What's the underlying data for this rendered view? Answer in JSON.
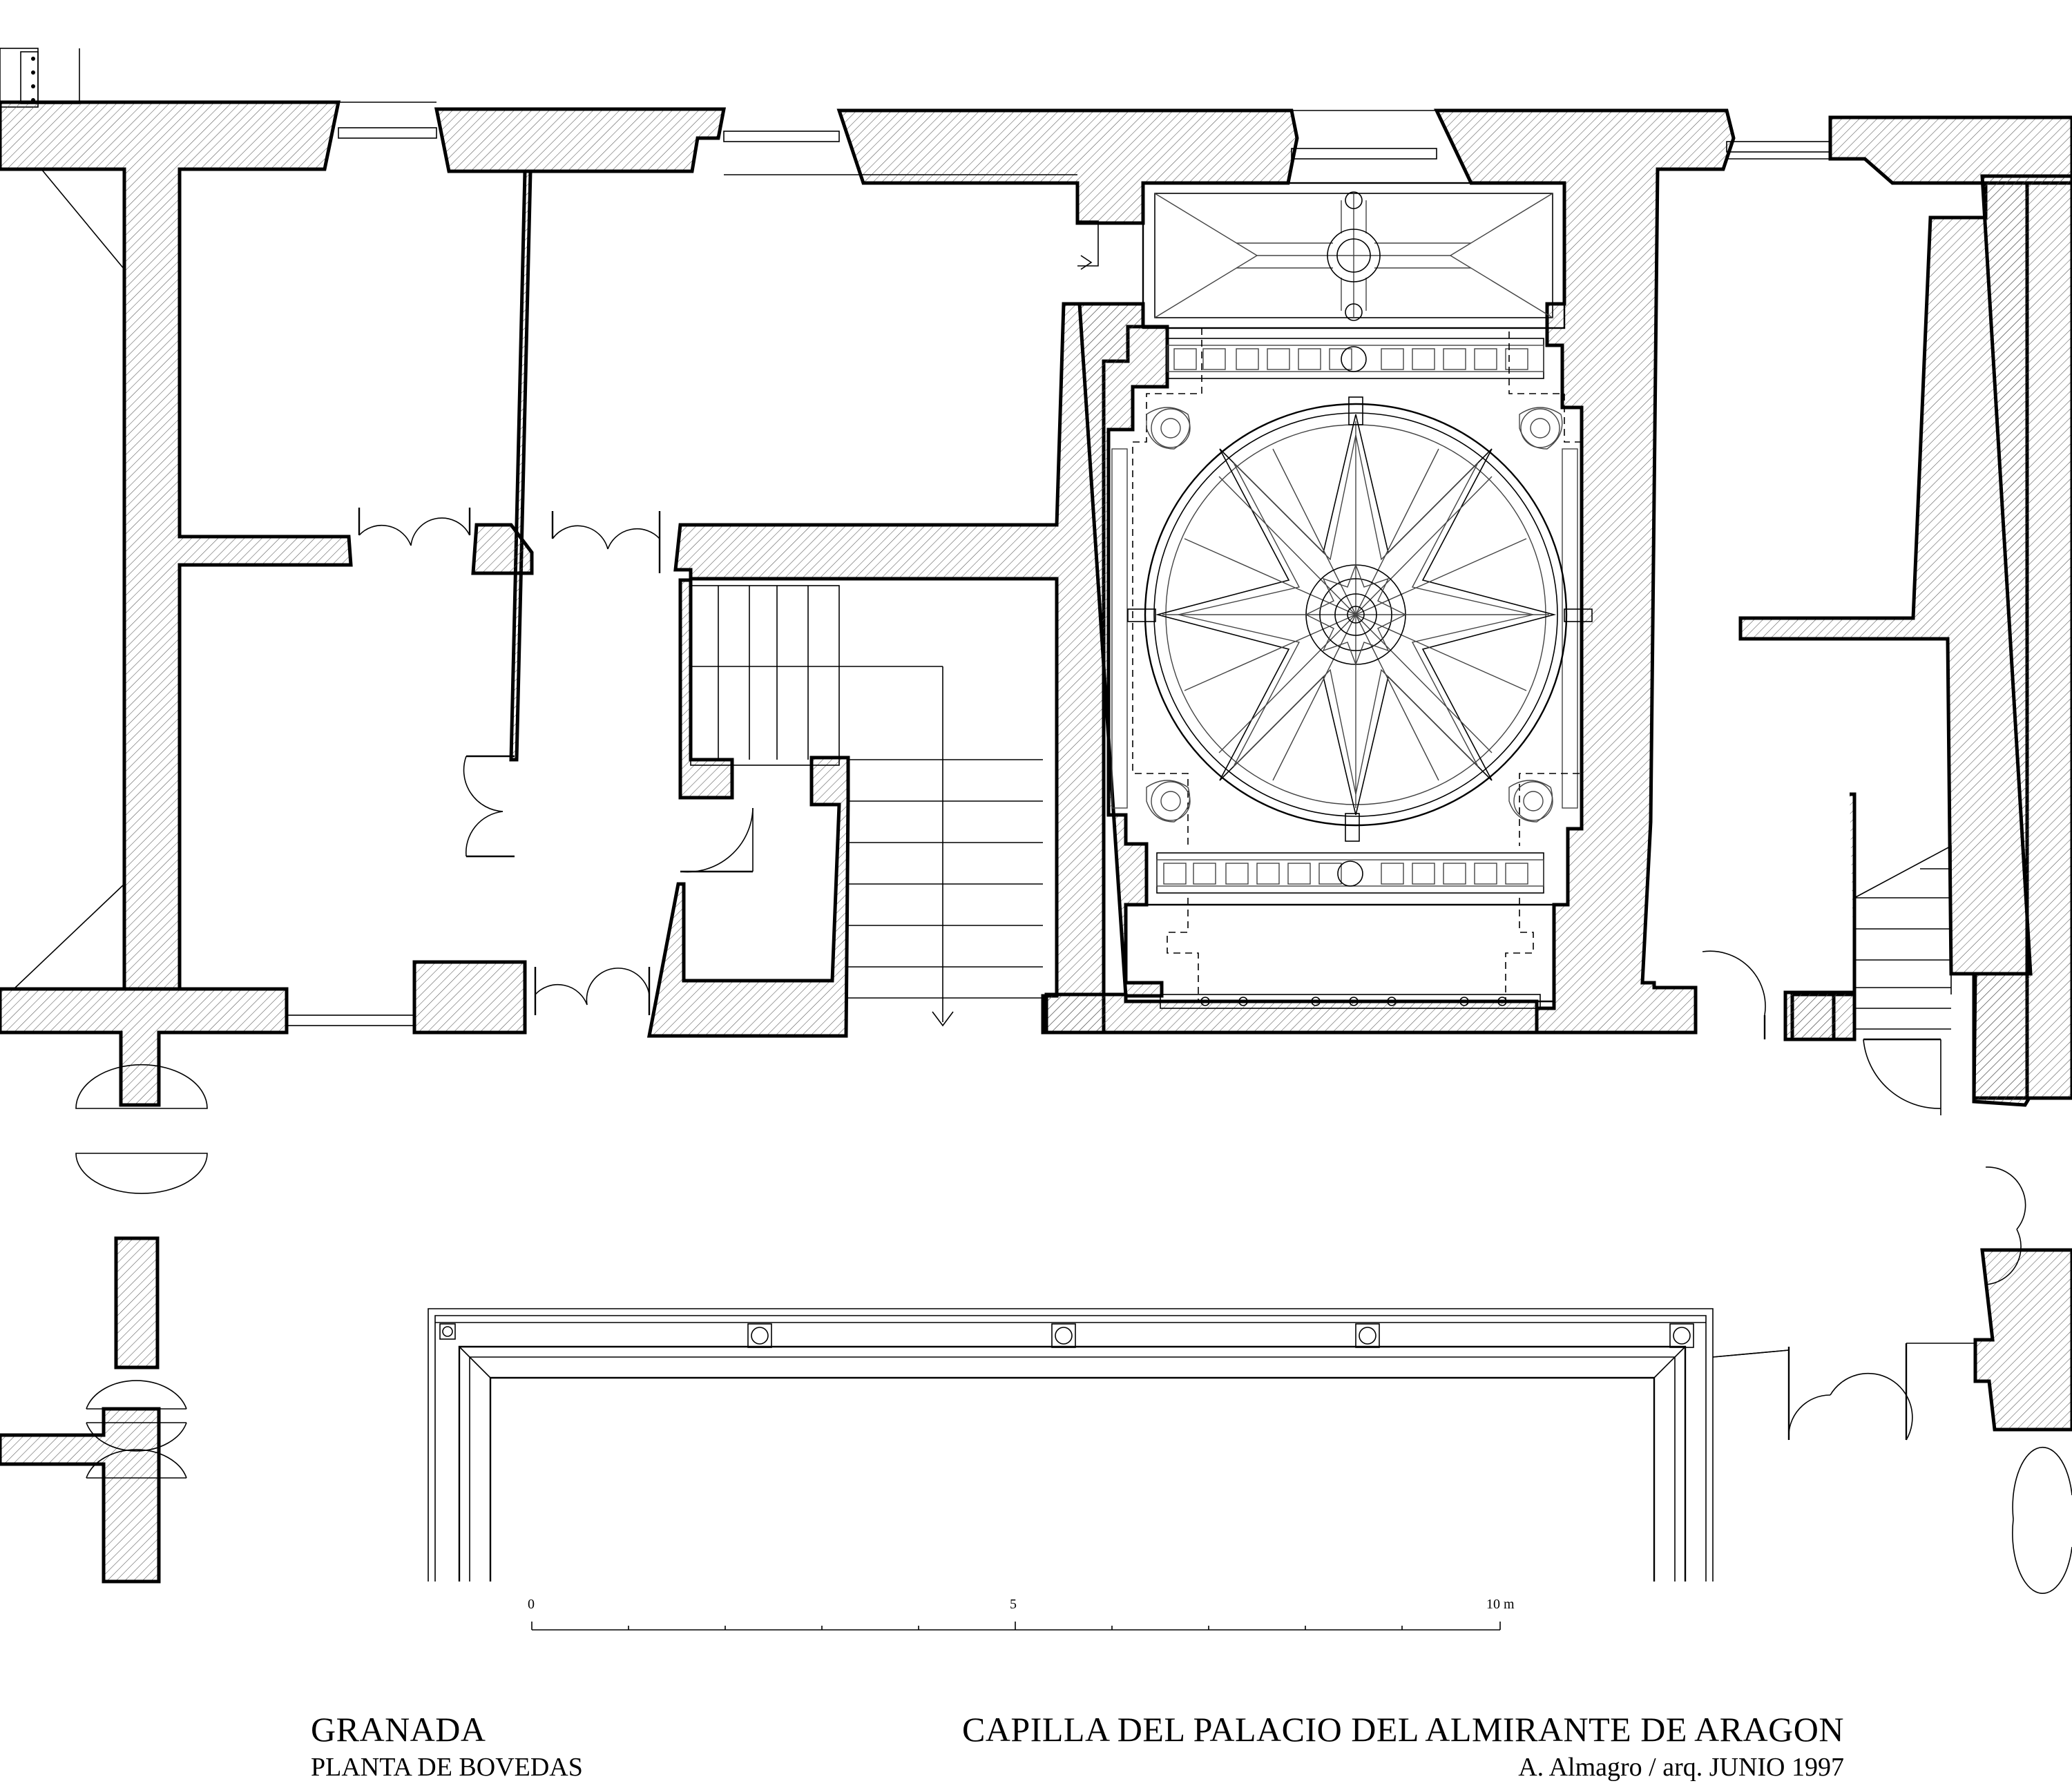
{
  "sheet": {
    "city": "GRANADA",
    "plan_type": "PLANTA DE BOVEDAS",
    "building": "CAPILLA DEL PALACIO DEL ALMIRANTE DE ARAGON",
    "author_date": "A. Almagro / arq.  JUNIO 1997"
  },
  "scale_bar": {
    "label_0": "0",
    "label_5": "5",
    "label_10": "10  m"
  },
  "icons": {
    "chapel_vault": "star-vault-icon",
    "lantern_rosette": "rosette-icon"
  }
}
